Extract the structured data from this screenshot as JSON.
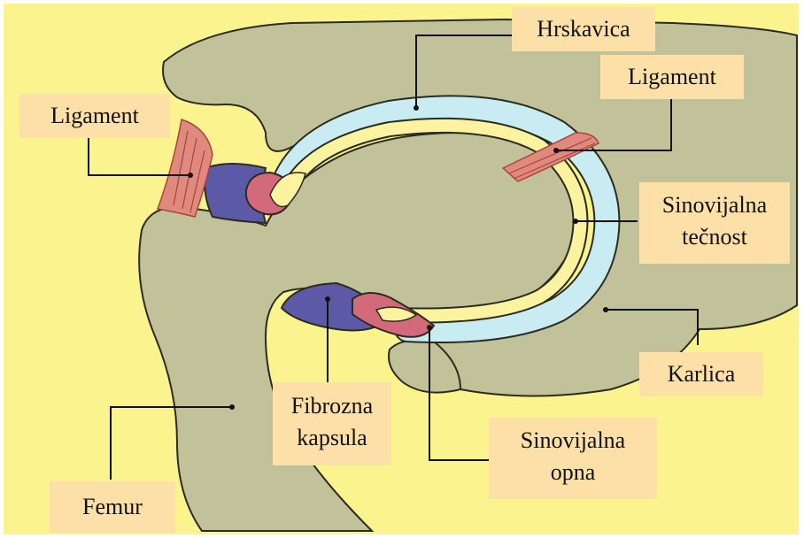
{
  "colors": {
    "background": "#fbf48e",
    "bone": "#c2c29a",
    "bone_outline": "#2b2b20",
    "cartilage": "#c9ecf2",
    "synovial_fluid": "#fbf3a0",
    "synovial_membrane": "#d36a7c",
    "fibrous_capsule": "#5c5aa6",
    "ligament": "#e0897f",
    "label_bg": "#fde0a8",
    "leader_line": "#111111"
  },
  "labels": {
    "hrskavica": "Hrskavica",
    "ligament_top": "Ligament",
    "ligament_left": "Ligament",
    "sinovijalna_tecnost_1": "Sinovijalna",
    "sinovijalna_tecnost_2": "tečnost",
    "karlica": "Karlica",
    "sinovijalna_opna_1": "Sinovijalna",
    "sinovijalna_opna_2": "opna",
    "fibrozna_kapsula_1": "Fibrozna",
    "fibrozna_kapsula_2": "kapsula",
    "femur": "Femur"
  }
}
